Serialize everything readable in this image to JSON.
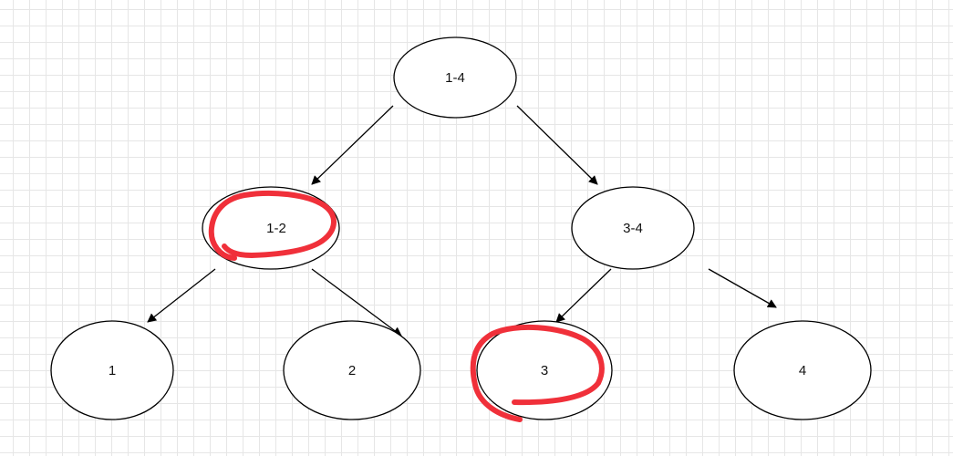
{
  "nodes": [
    {
      "id": "root",
      "label": "1-4"
    },
    {
      "id": "left",
      "label": "1-2"
    },
    {
      "id": "right",
      "label": "3-4"
    },
    {
      "id": "leaf1",
      "label": "1"
    },
    {
      "id": "leaf2",
      "label": "2"
    },
    {
      "id": "leaf3",
      "label": "3"
    },
    {
      "id": "leaf4",
      "label": "4"
    }
  ],
  "edges": [
    {
      "from": "1-4",
      "to": "1-2"
    },
    {
      "from": "1-4",
      "to": "3-4"
    },
    {
      "from": "1-2",
      "to": "1"
    },
    {
      "from": "1-2",
      "to": "2"
    },
    {
      "from": "3-4",
      "to": "3"
    },
    {
      "from": "3-4",
      "to": "4"
    }
  ],
  "highlighted": [
    "1-2",
    "3"
  ],
  "colors": {
    "node_stroke": "#000000",
    "node_fill": "#ffffff",
    "highlight": "#f0303a",
    "grid": "#e6e6e6"
  }
}
